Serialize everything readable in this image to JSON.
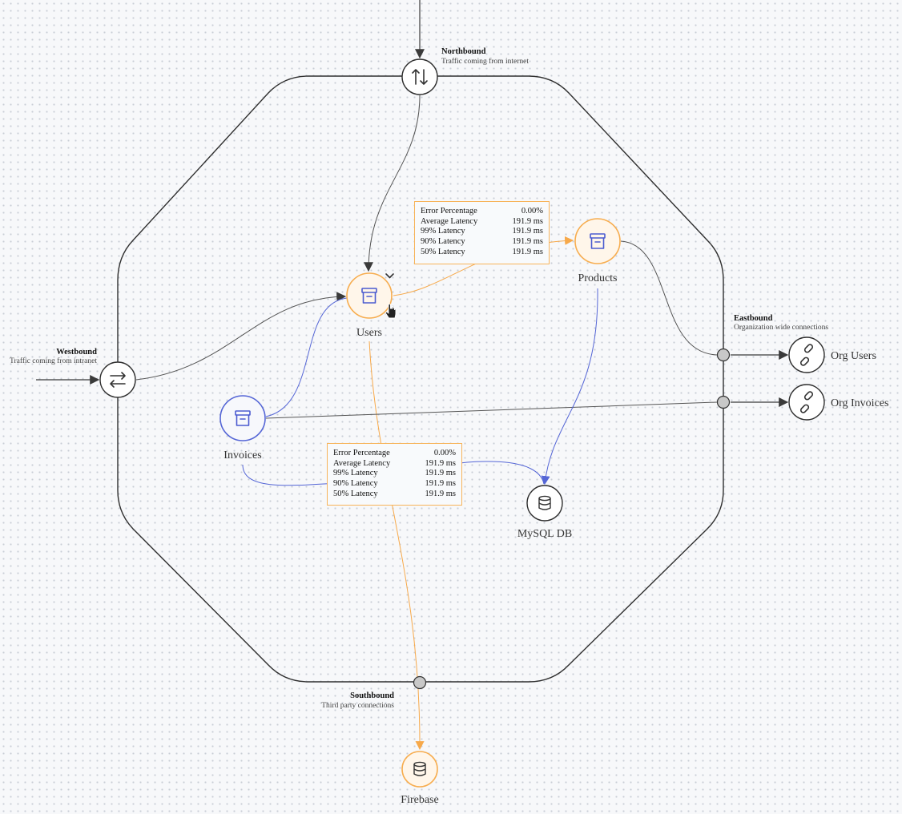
{
  "bounds": {
    "north": {
      "title": "Northbound",
      "subtitle": "Traffic coming from internet"
    },
    "west": {
      "title": "Westbound",
      "subtitle": "Traffic coming from intranet"
    },
    "east": {
      "title": "Eastbound",
      "subtitle": "Organization wide connections"
    },
    "south": {
      "title": "Southbound",
      "subtitle": "Third party connections"
    }
  },
  "nodes": {
    "users": {
      "label": "Users",
      "icon": "archive-icon",
      "status": "highlighted"
    },
    "products": {
      "label": "Products",
      "icon": "archive-icon",
      "status": "highlighted"
    },
    "invoices": {
      "label": "Invoices",
      "icon": "archive-icon",
      "status": "selected"
    },
    "mysql": {
      "label": "MySQL DB",
      "icon": "database-icon"
    },
    "firebase": {
      "label": "Firebase",
      "icon": "database-icon",
      "status": "highlighted"
    },
    "org_users": {
      "label": "Org Users",
      "icon": "link-icon"
    },
    "org_invoices": {
      "label": "Org Invoices",
      "icon": "link-icon"
    }
  },
  "metrics_users_products": {
    "rows": [
      {
        "label": "Error Percentage",
        "value": "0.00%"
      },
      {
        "label": "Average Latency",
        "value": "191.9 ms"
      },
      {
        "label": "99% Latency",
        "value": "191.9 ms"
      },
      {
        "label": "90% Latency",
        "value": "191.9 ms"
      },
      {
        "label": "50% Latency",
        "value": "191.9 ms"
      }
    ]
  },
  "metrics_users_firebase": {
    "rows": [
      {
        "label": "Error Percentage",
        "value": "0.00%"
      },
      {
        "label": "Average Latency",
        "value": "191.9 ms"
      },
      {
        "label": "99% Latency",
        "value": "191.9 ms"
      },
      {
        "label": "90% Latency",
        "value": "191.9 ms"
      },
      {
        "label": "50% Latency",
        "value": "191.9 ms"
      }
    ]
  },
  "colors": {
    "boundary": "#2f2f2f",
    "edge_default": "#555555",
    "edge_highlight": "#f7a94a",
    "edge_selected": "#5566d6",
    "node_highlight_border": "#f7ad4f",
    "node_highlight_fill": "#fff6ea",
    "node_selected_border": "#5566d6",
    "icon_accent": "#4b5bd0"
  }
}
